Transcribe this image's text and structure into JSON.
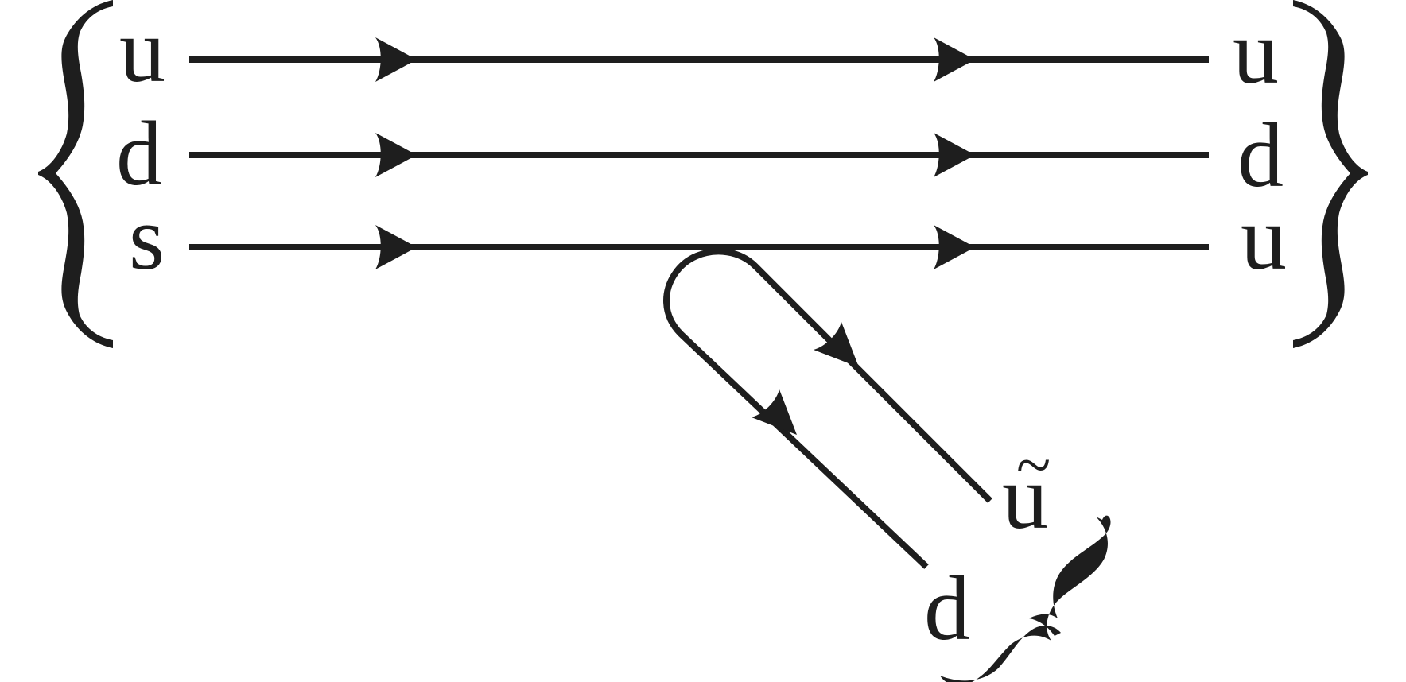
{
  "diagram": {
    "incoming": {
      "top": "u",
      "middle": "d",
      "bottom": "s"
    },
    "outgoing": {
      "top": "u",
      "middle": "d",
      "bottom": "u"
    },
    "pair": {
      "antiquark": "u",
      "antiquark_mark": "~",
      "quark": "d"
    },
    "colors": {
      "ink": "#1e1e1e",
      "background": "#ffffff"
    }
  }
}
